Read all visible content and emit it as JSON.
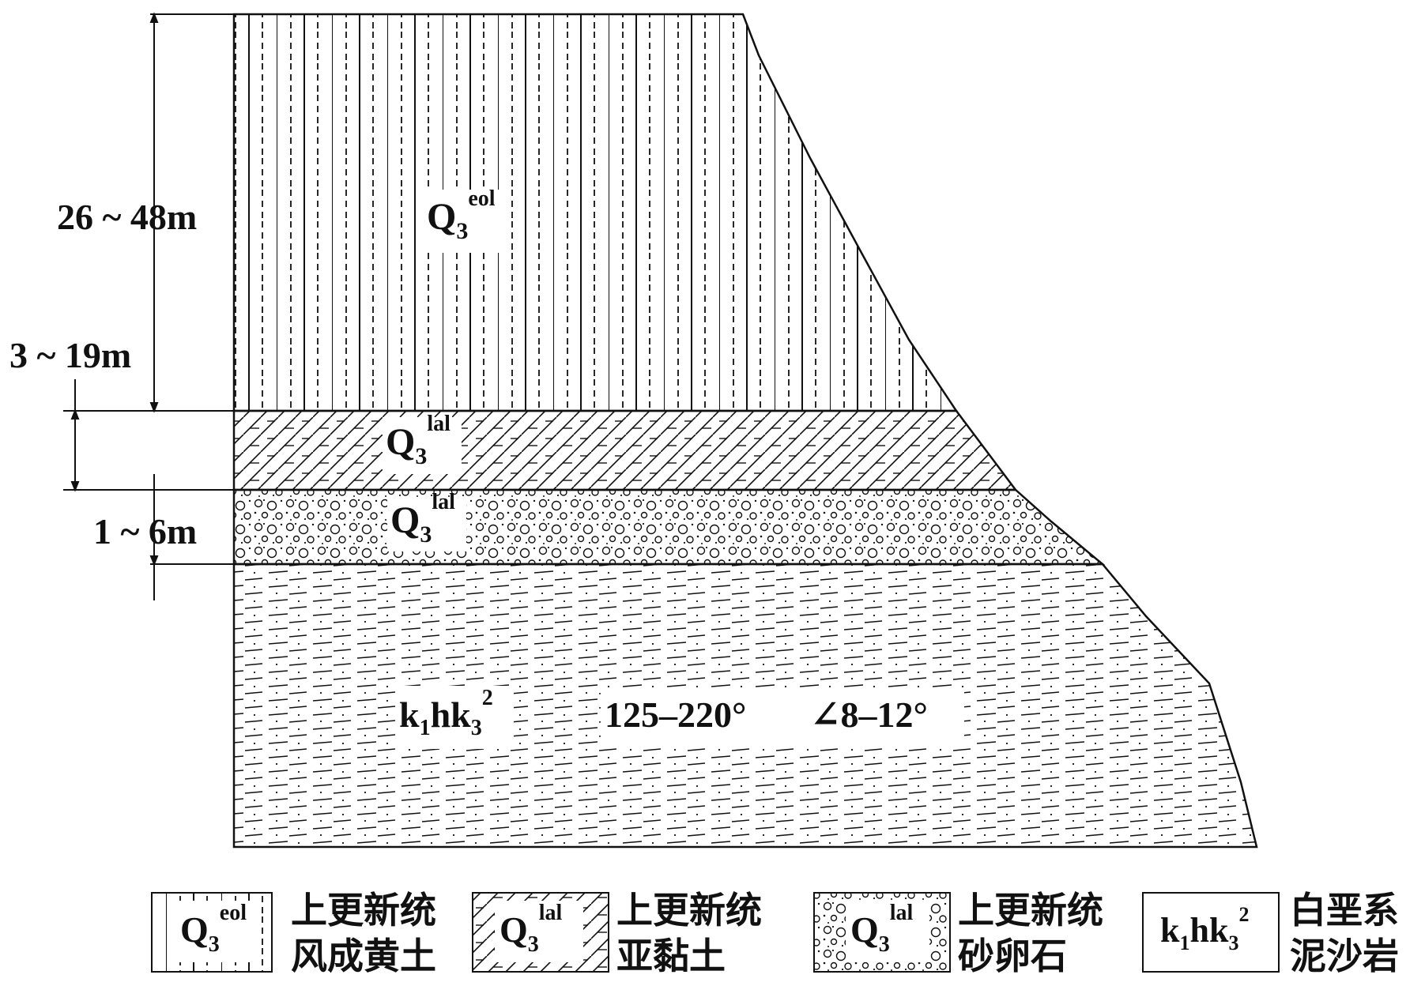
{
  "dimensions": {
    "d1": "26 ~ 48m",
    "d2": "3 ~ 19m",
    "d3": "1 ~ 6m"
  },
  "layers": {
    "loess": {
      "base": "Q",
      "sub": "3",
      "sup": "eol"
    },
    "clay": {
      "base": "Q",
      "sub": "3",
      "sup": "lal"
    },
    "gravel": {
      "base": "Q",
      "sub": "3",
      "sup": "lal"
    },
    "bedrock": {
      "p1": "k",
      "s1": "1",
      "p2": "hk",
      "s2": "3",
      "sup": "2"
    }
  },
  "attitude": {
    "azimuth": "125–220°",
    "dip": "∠8–12°"
  },
  "legend": [
    {
      "code_base": "Q",
      "code_sub": "3",
      "code_sup": "eol",
      "line1": "上更新统",
      "line2": "风成黄土"
    },
    {
      "code_base": "Q",
      "code_sub": "3",
      "code_sup": "lal",
      "line1": "上更新统",
      "line2": "亚黏土"
    },
    {
      "code_base": "Q",
      "code_sub": "3",
      "code_sup": "lal",
      "line1": "上更新统",
      "line2": "砂卵石"
    },
    {
      "code_p1": "k",
      "code_s1": "1",
      "code_p2": "hk",
      "code_s2": "3",
      "code_sup": "2",
      "line1": "白垩系",
      "line2": "泥沙岩"
    }
  ]
}
